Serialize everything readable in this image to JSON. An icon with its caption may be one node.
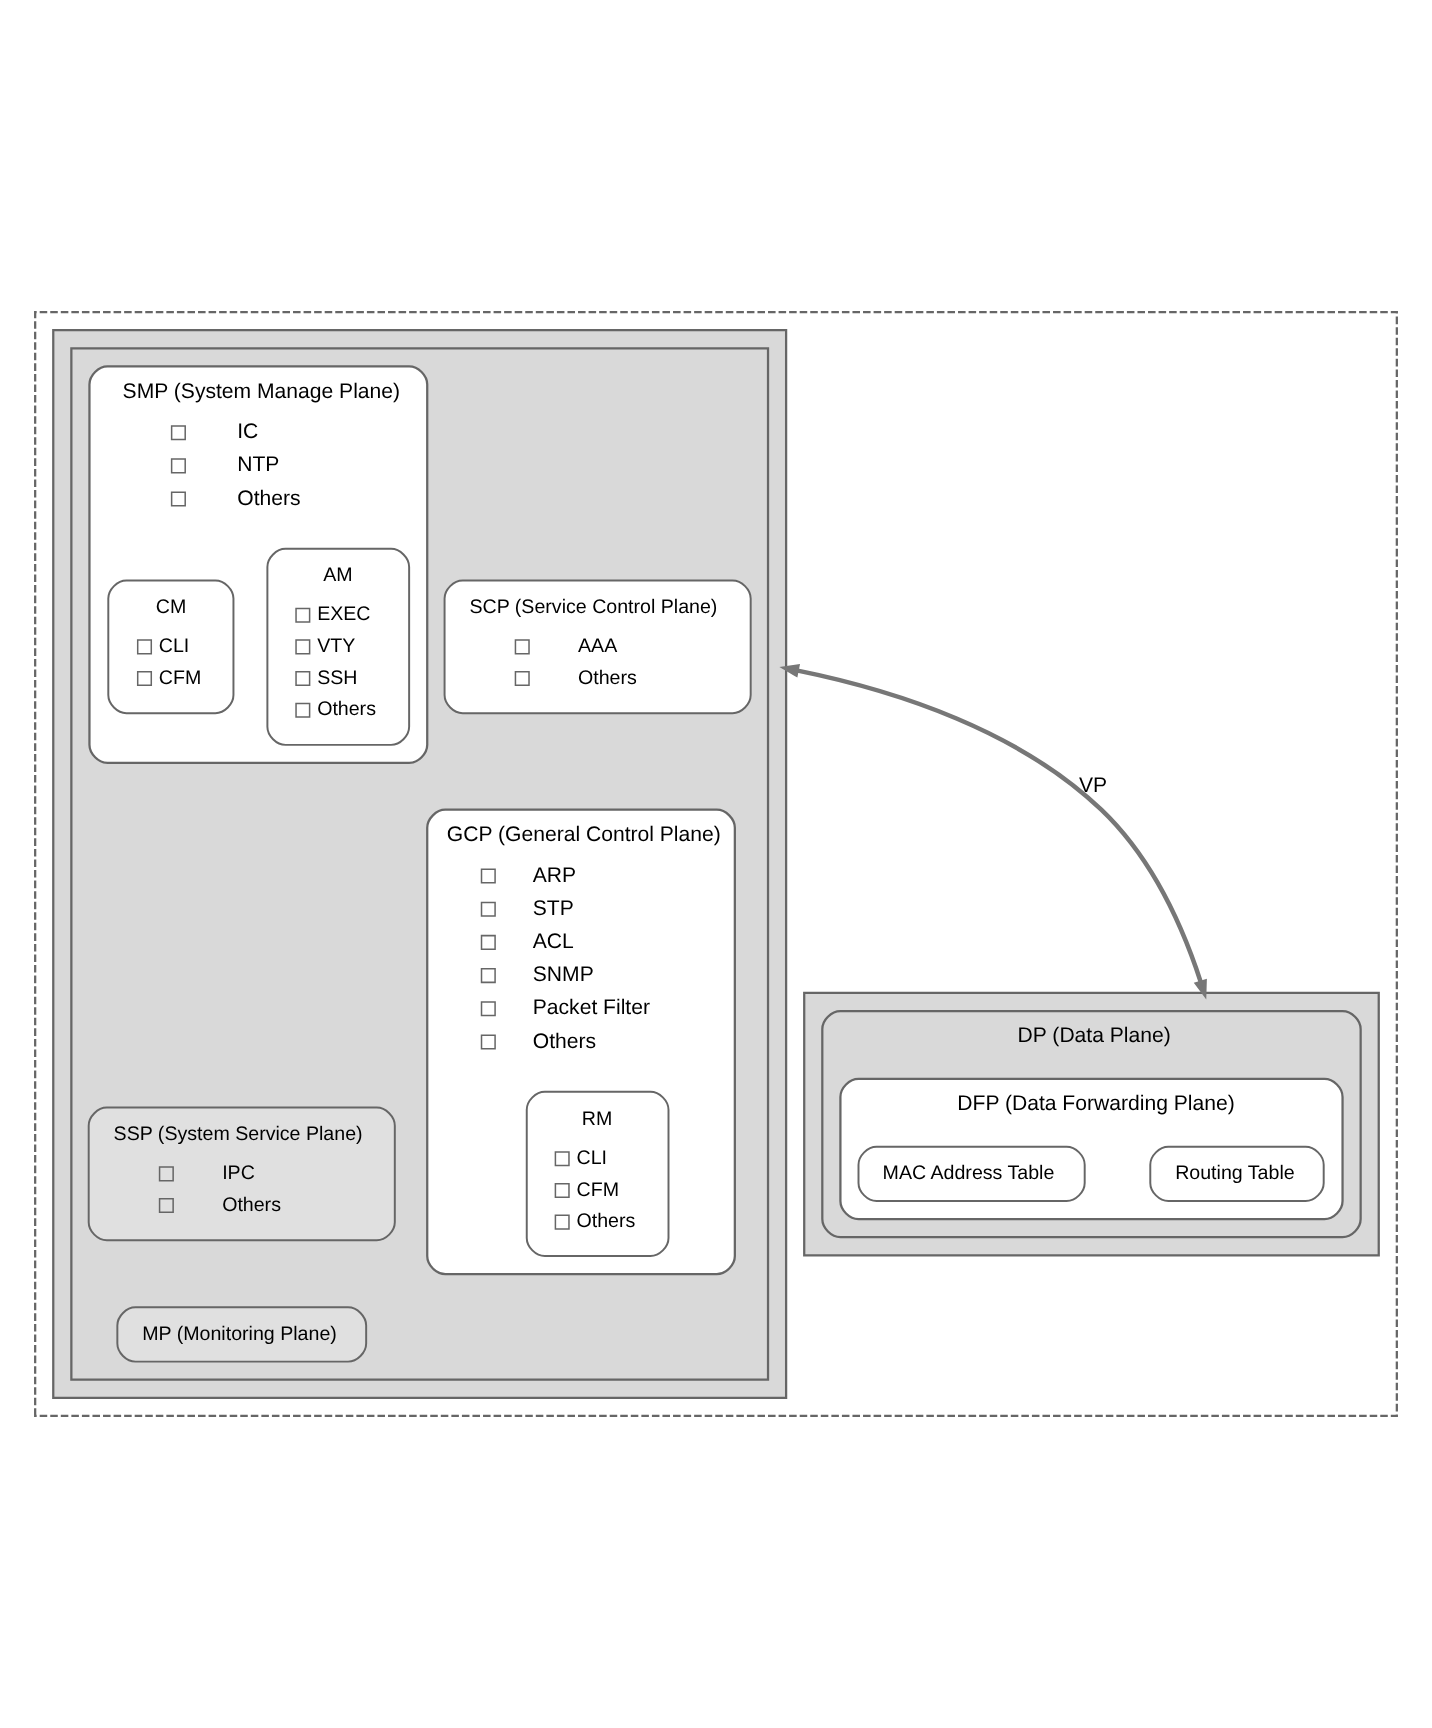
{
  "diagram": {
    "nodes": [
      {
        "text": [],
        "shape": "box"
      },
      {
        "text": [],
        "shape": "box",
        "in": 0
      },
      {
        "text": [],
        "shape": "box",
        "in": 1
      },
      {
        "text": [
          "SCP (Service Control Plane)",
          "AAA",
          "Others"
        ],
        "in": 2
      },
      {
        "text": [
          "GCP (General Control Plane)",
          "ARP",
          "STP",
          "ACL",
          "SNMP",
          "Packet Filter",
          "Others"
        ],
        "in": 2
      },
      {
        "text": [
          "RM",
          "CLI",
          "CFM",
          "Others"
        ],
        "in": 4
      },
      {
        "text": [
          "SMP (System Manage Plane)",
          "IC",
          "NTP",
          "Others"
        ],
        "in": 2
      },
      {
        "text": [
          "AM",
          "EXEC",
          "VTY",
          "SSH",
          "Others"
        ],
        "in": 6
      },
      {
        "text": [
          "CM",
          "CLI",
          "CFM"
        ],
        "in": 6
      },
      {
        "text": [
          "SSP (System Service Plane)",
          "IPC",
          "Others"
        ],
        "in": 2
      },
      {
        "text": [
          "MP (Monitoring Plane)"
        ],
        "in": 2
      },
      {
        "text": [],
        "shape": "box",
        "in": 0
      },
      {
        "text": [
          "DP (Data Plane)"
        ],
        "in": 11
      },
      {
        "text": [
          "DFP (Data Forwarding Plane)"
        ],
        "in": 12
      },
      {
        "text": [
          "Routing Table"
        ],
        "in": 13
      },
      {
        "text": [
          "MAC Address Table"
        ],
        "in": 13
      }
    ],
    "edges": [
      {
        "from": 1,
        "to": 11,
        "arrow": "both",
        "label": "VP"
      }
    ]
  }
}
